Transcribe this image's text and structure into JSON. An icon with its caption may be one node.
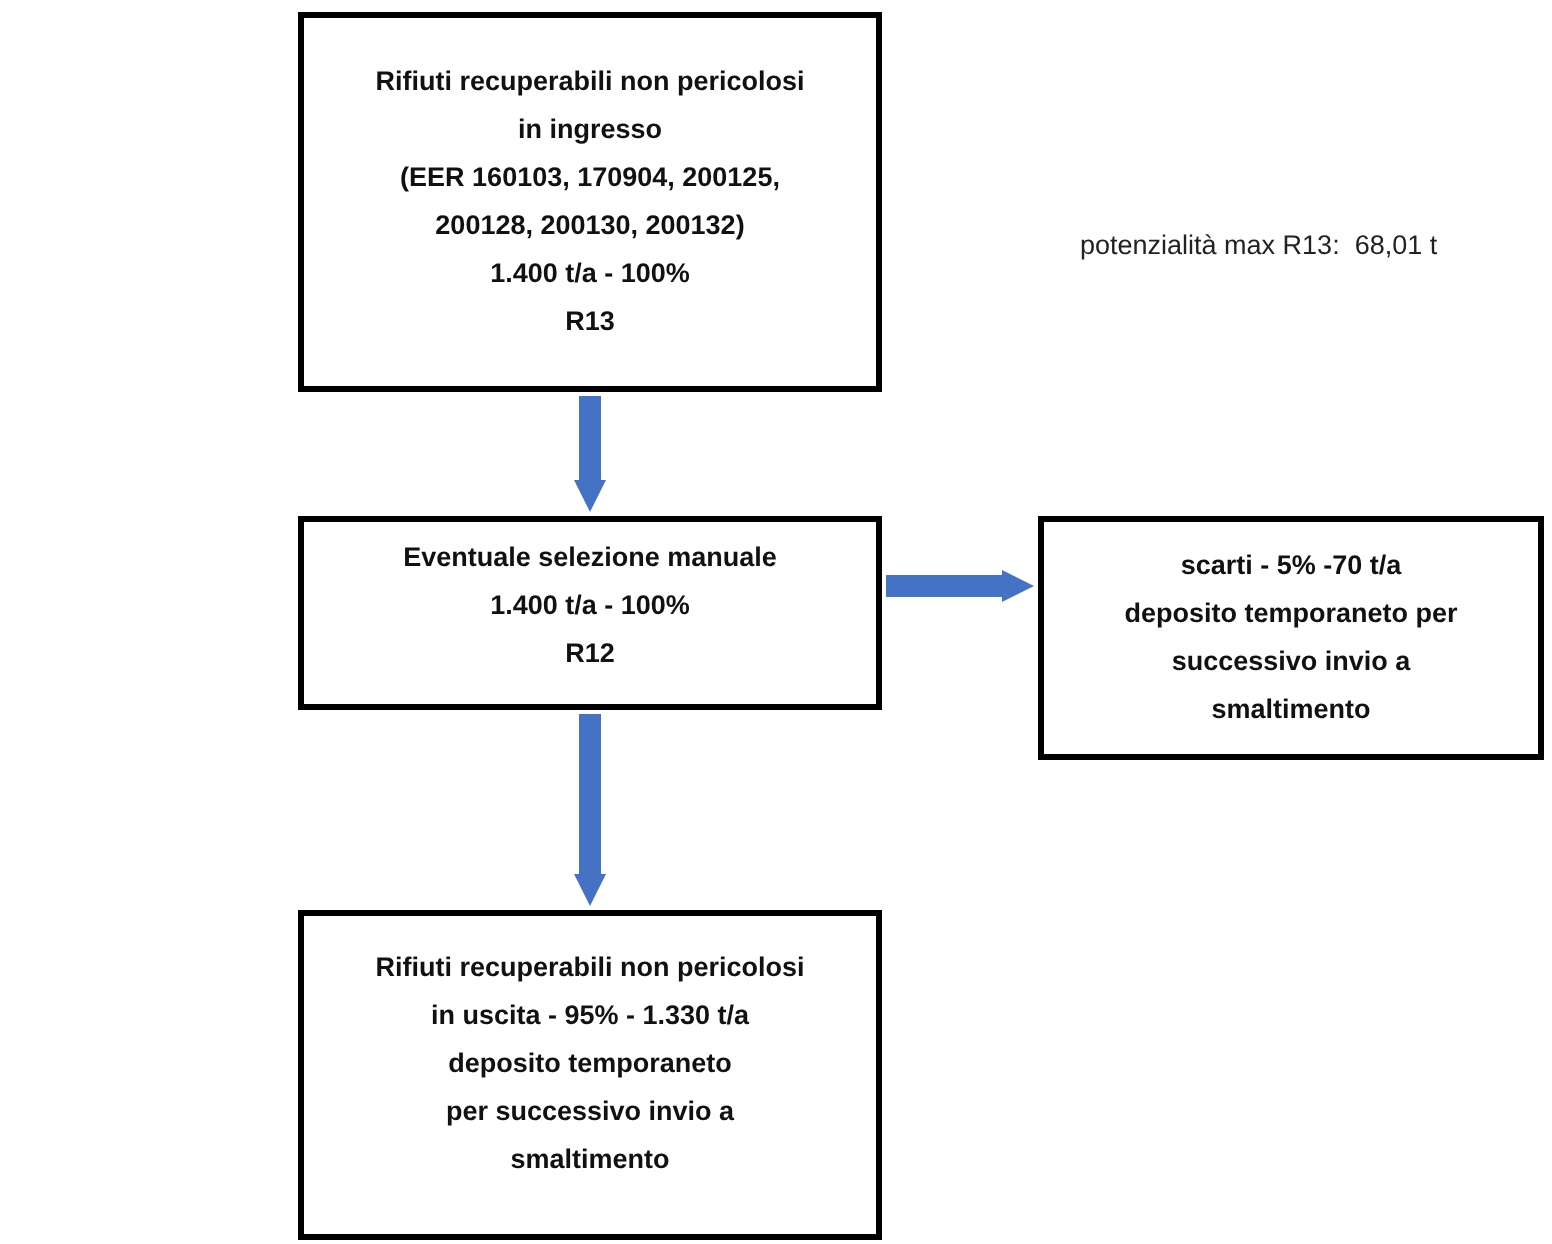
{
  "diagram": {
    "nodes": [
      {
        "text": [
          "Rifiuti recuperabili non pericolosi in ingresso",
          "(EER 160103, 170904, 200125, 200128, 200130, 200132)",
          "1.400 t/a - 100%",
          "R13"
        ]
      },
      {
        "text": [
          "Eventuale selezione manuale",
          "1.400 t/a - 100%",
          "R12"
        ]
      },
      {
        "text": [
          "scarti - 5% -70 t/a",
          "deposito temporaneto per successivo invio a smaltimento"
        ]
      },
      {
        "text": [
          "Rifiuti recuperabili non pericolosi",
          "in uscita - 95% - 1.330 t/a",
          "deposito temporaneto",
          "per successivo invio a",
          "smaltimento"
        ]
      }
    ],
    "edges": [
      {
        "from": 0,
        "to": 1,
        "arrow": "to"
      },
      {
        "from": 1,
        "to": 2,
        "arrow": "to"
      },
      {
        "from": 1,
        "to": 3,
        "arrow": "to"
      }
    ],
    "labels": [
      "potenzialità max R13:  68,01 t"
    ]
  }
}
